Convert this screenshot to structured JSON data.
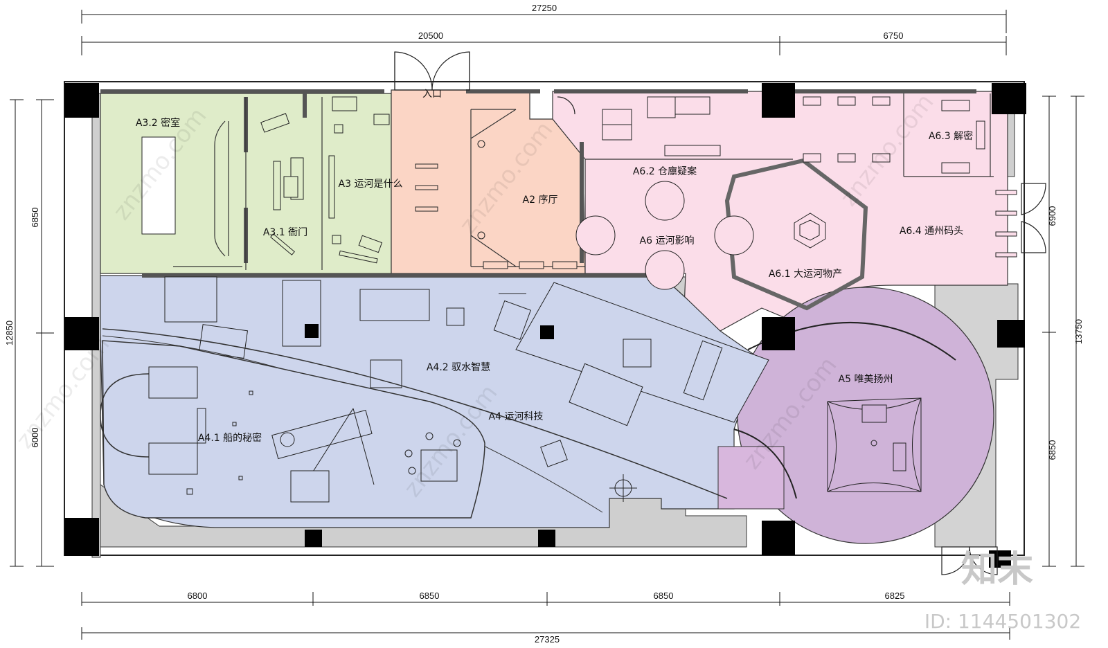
{
  "dimensions": {
    "top_total": "27250",
    "top_left": "20500",
    "top_right": "6750",
    "bottom_1": "6800",
    "bottom_2": "6850",
    "bottom_3": "6850",
    "bottom_4": "6825",
    "bottom_total": "27325",
    "left_total": "12850",
    "left_upper": "6850",
    "left_lower": "6000",
    "right_total": "13750",
    "right_upper": "6900",
    "right_lower": "6850"
  },
  "rooms": {
    "entrance": "入口",
    "a2": "A2 序厅",
    "a3": "A3 运河是什么",
    "a3_1": "A3.1 衙门",
    "a3_2": "A3.2 密室",
    "a4": "A4 运河科技",
    "a4_1": "A4.1 船的秘密",
    "a4_2": "A4.2 驭水智慧",
    "a5": "A5 唯美扬州",
    "a6": "A6 运河影响",
    "a6_1": "A6.1 大运河物产",
    "a6_2": "A6.2 仓廪疑案",
    "a6_3": "A6.3 解密",
    "a6_4": "A6.4 通州码头"
  },
  "zone_colors": {
    "a3": "#dfecc9",
    "a2": "#fbd5c5",
    "a6": "#fbdde9",
    "a4": "#cdd5ec",
    "a5": "#cfb3d8",
    "service": "#cfcfcf"
  },
  "watermark": {
    "text": "znzmo.com",
    "logo": "知末",
    "id": "ID: 1144501302"
  }
}
